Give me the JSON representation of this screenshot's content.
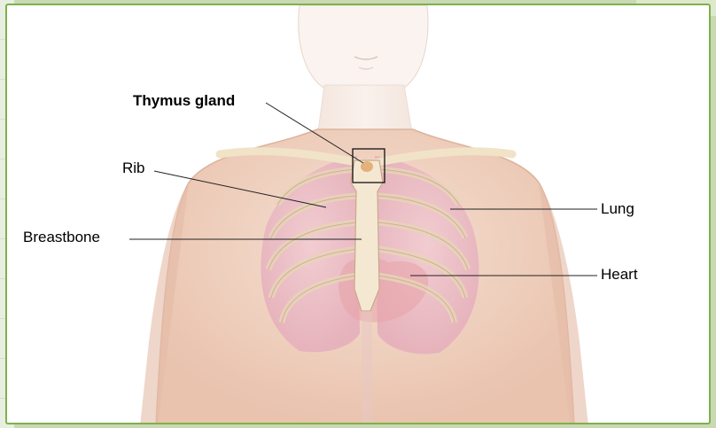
{
  "diagram": {
    "labels": {
      "thymus": "Thymus gland",
      "rib": "Rib",
      "breastbone": "Breastbone",
      "lung": "Lung",
      "heart": "Heart"
    },
    "colors": {
      "skin": "#f3d9c8",
      "skin_shadow": "#e6bfa8",
      "lung": "#e9b6c6",
      "rib": "#f1e3c8",
      "bone_outline": "#c9a98a",
      "thymus": "#e2b27a",
      "frame_border": "#7fb04a",
      "leader_line": "#222222"
    }
  }
}
